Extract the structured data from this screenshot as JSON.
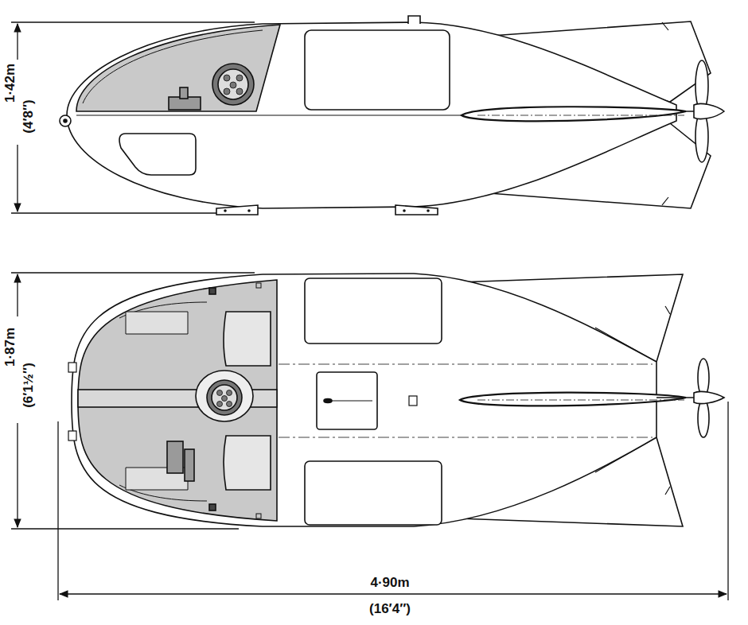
{
  "diagram": {
    "labels": [
      "1·42m",
      "(4′8″)",
      "1·87m",
      "(6′1½″)",
      "4·90m",
      "(16′4″)"
    ]
  }
}
